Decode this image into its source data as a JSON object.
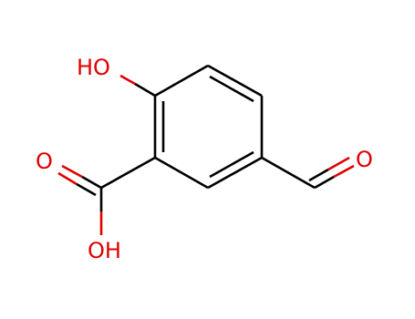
{
  "molecule": {
    "atoms": {
      "hydroxyl": "HO",
      "carboxyl_carbonyl_oxygen": "O",
      "carboxyl_hydroxyl": "OH",
      "aldehyde_oxygen": "O"
    },
    "colors": {
      "bond": "#000000",
      "oxygen": "#e00000"
    }
  }
}
